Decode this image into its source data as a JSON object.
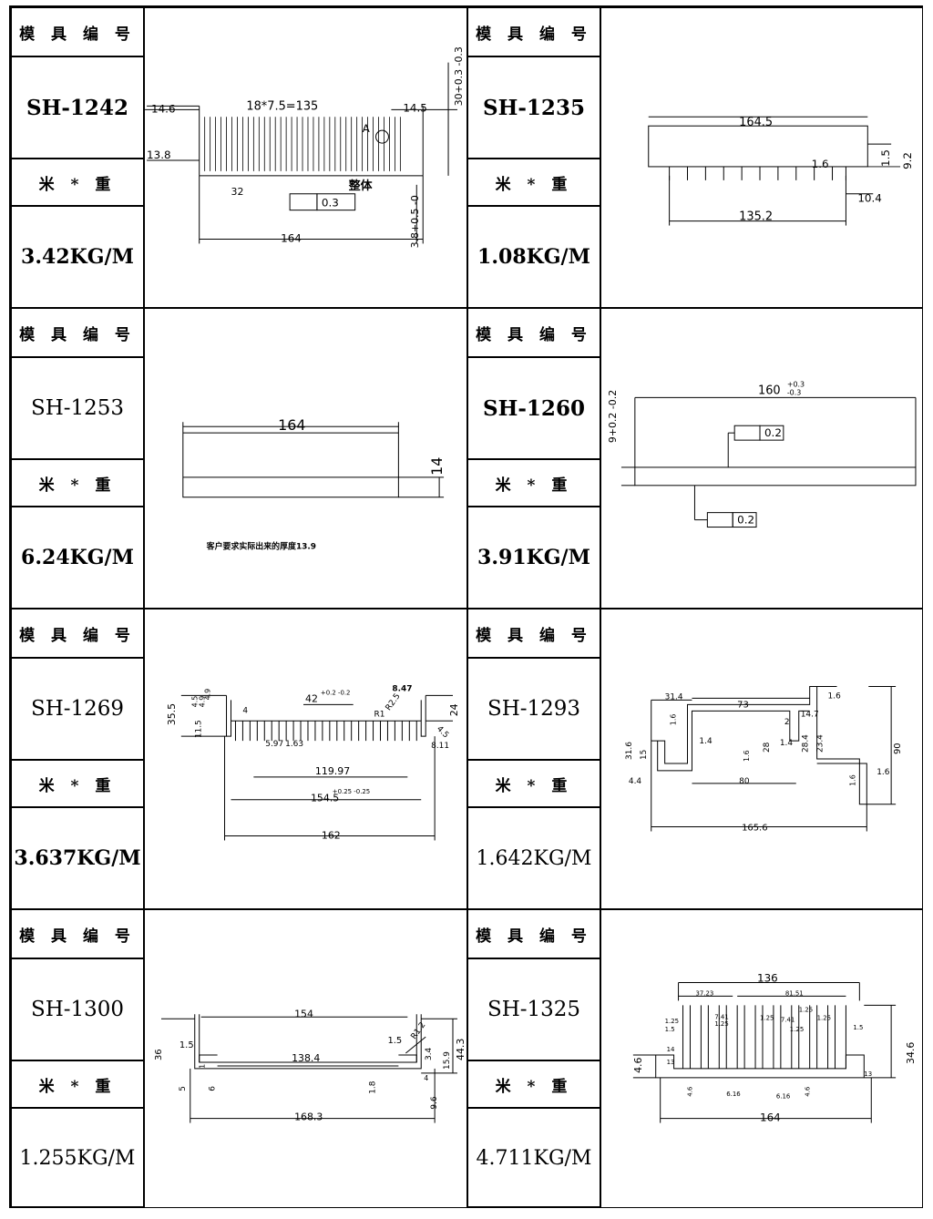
{
  "header_label": "模 具 编 号",
  "weight_header_label": "米 * 重",
  "rows": [
    {
      "left": {
        "code": "SH-1242",
        "weight": "3.42KG/M",
        "dims": {
          "left_margin": "14.6",
          "pitch": "18*7.5=135",
          "right_margin": "14.5",
          "height": "30+0.3 -0.3",
          "fin_root": "13.8",
          "roughness": "32",
          "flatness": "0.3",
          "whole": "整体",
          "base": "3.8+0.5 -0",
          "width": "164",
          "detail": "A"
        }
      },
      "right": {
        "code": "SH-1235",
        "weight": "1.08KG/M",
        "dims": {
          "width": "164.5",
          "fin": "1.6",
          "base": "1.5",
          "height": "9.2",
          "offset": "10.4",
          "span": "135.2"
        }
      }
    },
    {
      "left": {
        "code": "SH-1253",
        "weight": "6.24KG/M",
        "dims": {
          "width": "164",
          "height": "14",
          "note": "客户要求实际出来的厚度13.9"
        }
      },
      "right": {
        "code": "SH-1260",
        "weight": "3.91KG/M",
        "dims": {
          "width": "160",
          "width_tol_plus": "+0.3",
          "width_tol_minus": "-0.3",
          "height": "9+0.2 -0.2",
          "flat1": "0.2",
          "flat2": "0.2"
        }
      }
    },
    {
      "left": {
        "code": "SH-1269",
        "weight": "3.637KG/M",
        "dims": {
          "h1": "35.5",
          "h2": "4.5",
          "h3": "4.9",
          "h4": "4.9",
          "foot": "11.5",
          "wall": "4",
          "span": "42",
          "span_tol": "+0.2 -0.2",
          "edge": "8.47",
          "r1": "R1",
          "r2": "R2.5",
          "side": "24",
          "angle": "4.5",
          "s1": "5.97",
          "s2": "1.63",
          "edge2": "8.11",
          "inner": "119.97",
          "mid": "154.5",
          "mid_tol": "+0.25 -0.25",
          "width": "162"
        }
      },
      "right": {
        "code": "SH-1293",
        "weight": "1.642KG/M",
        "dims": {
          "a": "31.4",
          "b": "73",
          "c": "1.6",
          "d": "14.7",
          "e": "2",
          "f": "1.6",
          "g": "1.4",
          "h": "1.4",
          "i": "31.6",
          "j": "15",
          "k": "28",
          "l": "28.4",
          "m": "23.4",
          "n": "1.6",
          "o": "90",
          "p": "4.4",
          "q": "80",
          "r": "1.6",
          "s": "1.6",
          "width": "165.6"
        }
      }
    },
    {
      "left": {
        "code": "SH-1300",
        "weight": "1.255KG/M",
        "dims": {
          "top": "154",
          "h": "36",
          "t1": "1.5",
          "inner": "138.4",
          "t2": "1.5",
          "r": "R1.2",
          "h2": "44.3",
          "s1": "3.4",
          "s2": "15.9",
          "v1": "5",
          "v2": "6",
          "v3": "1.8",
          "v4": "9.6",
          "w": "168.3",
          "x1": "1",
          "x2": "4"
        }
      },
      "right": {
        "code": "SH-1325",
        "weight": "4.711KG/M",
        "dims": {
          "top": "136",
          "a": "37.23",
          "b": "81.51",
          "c": "1.25",
          "d": "1.5",
          "e": "7.41",
          "f": "1.25",
          "g": "1.25",
          "h": "7.41",
          "i": "1.25",
          "j": "1.25",
          "k": "1.25",
          "l": "1.5",
          "m": "14",
          "n": "13",
          "o": "4.6",
          "p": "34.6",
          "q": "4.6",
          "r": "6.16",
          "s": "6.16",
          "t": "4.6",
          "u": "13",
          "width": "164"
        }
      }
    }
  ]
}
